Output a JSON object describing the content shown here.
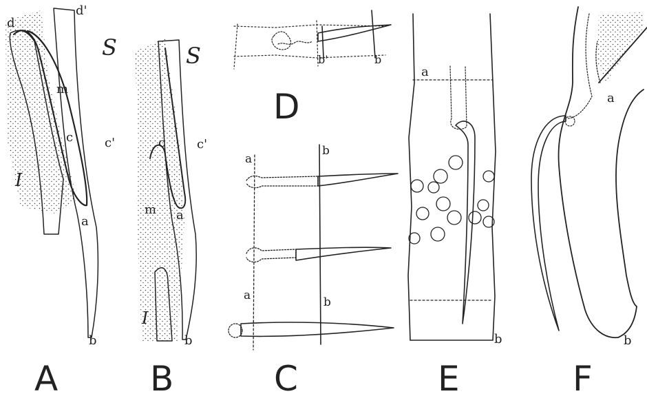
{
  "panels": [
    {
      "letter": "A",
      "labels": [
        "d",
        "d'",
        "S",
        "m",
        "c",
        "c'",
        "I",
        "a",
        "b"
      ]
    },
    {
      "letter": "B",
      "labels": [
        "S",
        "c",
        "c'",
        "m",
        "a",
        "I",
        "b"
      ]
    },
    {
      "letter": "C",
      "labels": [
        "a",
        "b",
        "a",
        "b"
      ]
    },
    {
      "letter": "D",
      "labels": [
        "b'",
        "b"
      ]
    },
    {
      "letter": "E",
      "labels": [
        "a",
        "b"
      ]
    },
    {
      "letter": "F",
      "labels": [
        "a",
        "b"
      ]
    }
  ],
  "colors": {
    "ink": "#222222",
    "background": "#ffffff"
  }
}
